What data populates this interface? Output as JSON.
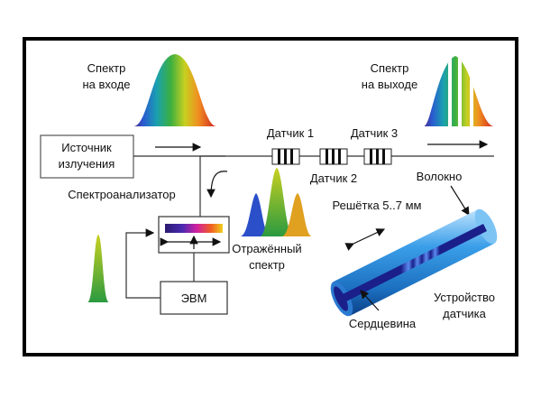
{
  "labels": {
    "spectrum_in": [
      "Спектр",
      "на входе"
    ],
    "spectrum_out": [
      "Спектр",
      "на выходе"
    ],
    "sensor1": "Датчик 1",
    "sensor2": "Датчик 2",
    "sensor3": "Датчик 3",
    "source": [
      "Источник",
      "излучения"
    ],
    "spectrum_analyzer": "Спектроанализатор",
    "grating": "Решётка 5..7 мм",
    "fiber": "Волокно",
    "reflected": [
      "Отражённый",
      "спектр"
    ],
    "computer": "ЭВМ",
    "sensor_device": [
      "Устройство",
      "датчика"
    ],
    "core": "Сердцевина"
  },
  "colors": {
    "frame": "#000000",
    "fiber_line": "#333333",
    "cylinder": "#1e88d4",
    "core": "#1a1f8a"
  }
}
